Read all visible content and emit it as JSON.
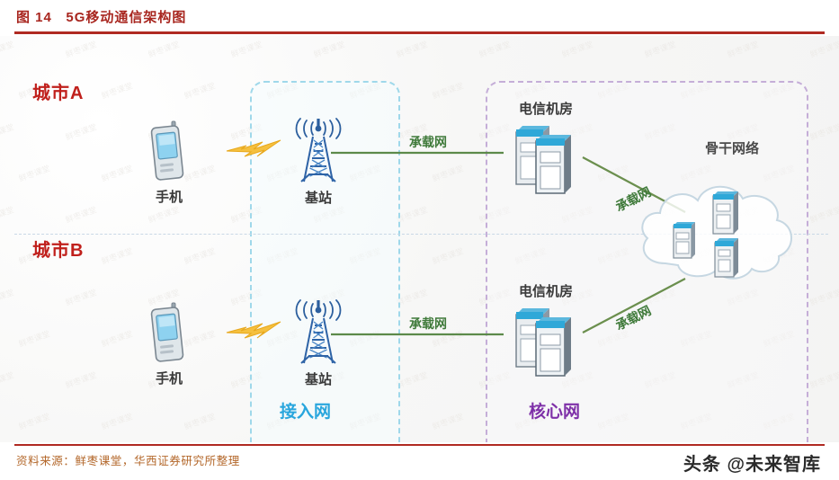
{
  "header": {
    "figure_title": "图 14   5G移动通信架构图",
    "rule_color": "#b02a22"
  },
  "footer": {
    "source": "资料来源：鲜枣课堂，华西证券研究所整理",
    "watermark": "头条 @未来智库"
  },
  "diagram": {
    "cities": [
      {
        "id": "city-a",
        "label": "城市A"
      },
      {
        "id": "city-b",
        "label": "城市B"
      }
    ],
    "zones": [
      {
        "id": "access",
        "label": "接入网",
        "color": "#29a6dd",
        "border_color": "#9fd8ea"
      },
      {
        "id": "core",
        "label": "核心网",
        "color": "#7e30a8",
        "border_color": "#c5aed8"
      }
    ],
    "nodes": {
      "phone_a": {
        "label": "手机",
        "icon": "mobile-phone-icon"
      },
      "tower_a": {
        "label": "基站",
        "icon": "cell-tower-icon"
      },
      "telecom_room_a": {
        "label": "电信机房",
        "icon": "server-rack-icon"
      },
      "phone_b": {
        "label": "手机",
        "icon": "mobile-phone-icon"
      },
      "tower_b": {
        "label": "基站",
        "icon": "cell-tower-icon"
      },
      "telecom_room_b": {
        "label": "电信机房",
        "icon": "server-rack-icon"
      },
      "backbone": {
        "label": "骨干网络",
        "icon": "cloud-icon",
        "racks": 3
      }
    },
    "links": [
      {
        "id": "bearer-a",
        "label": "承载网",
        "color": "#4a7c3f",
        "from": "tower_a",
        "to": "telecom_room_a"
      },
      {
        "id": "bearer-a-backbone",
        "label": "承载网",
        "color": "#6b8f4e",
        "from": "telecom_room_a",
        "to": "backbone"
      },
      {
        "id": "bearer-b",
        "label": "承载网",
        "color": "#4a7c3f",
        "from": "tower_b",
        "to": "telecom_room_b"
      },
      {
        "id": "bearer-b-backbone",
        "label": "承载网",
        "color": "#6b8f4e",
        "from": "telecom_room_b",
        "to": "backbone"
      }
    ],
    "wireless_links": [
      {
        "id": "air-a",
        "icon": "lightning-bolt-icon",
        "color": "#f2b12e"
      },
      {
        "id": "air-b",
        "icon": "lightning-bolt-icon",
        "color": "#f2b12e"
      }
    ],
    "watermark_text": "鲜枣课堂"
  }
}
